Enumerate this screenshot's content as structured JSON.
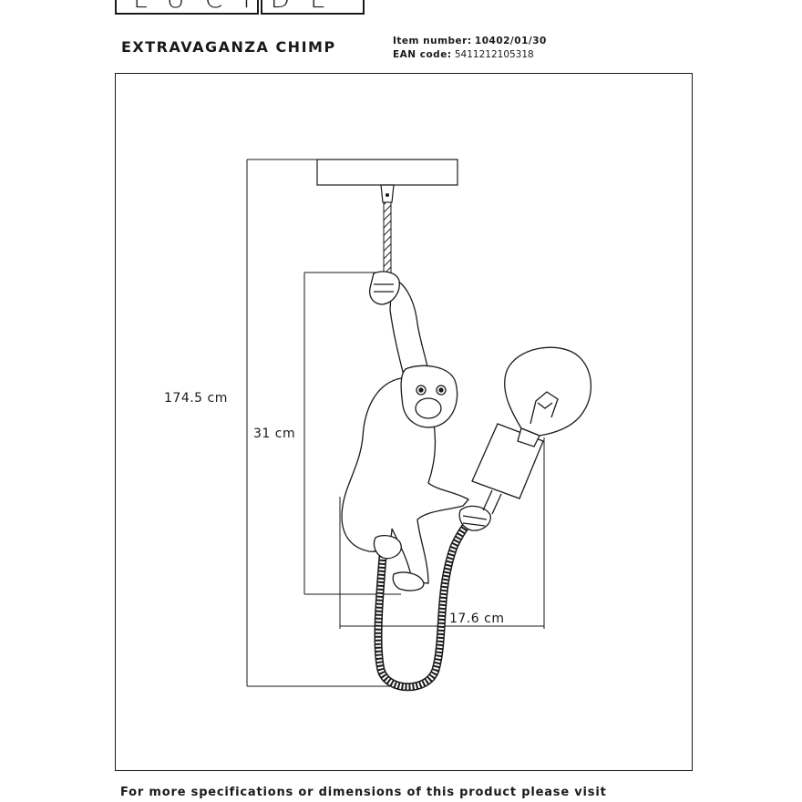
{
  "brand": {
    "logo_text": "LUCIDE"
  },
  "product": {
    "name": "EXTRAVAGANZA CHIMP",
    "item_number_label": "Item number:",
    "item_number_value": "10402/01/30",
    "ean_label": "EAN code:",
    "ean_value": "5411212105318"
  },
  "dimensions": {
    "total_height": "174.5 cm",
    "figure_height": "31 cm",
    "width": "17.6 cm"
  },
  "footer": {
    "text": "For more specifications or dimensions of this product please visit"
  }
}
